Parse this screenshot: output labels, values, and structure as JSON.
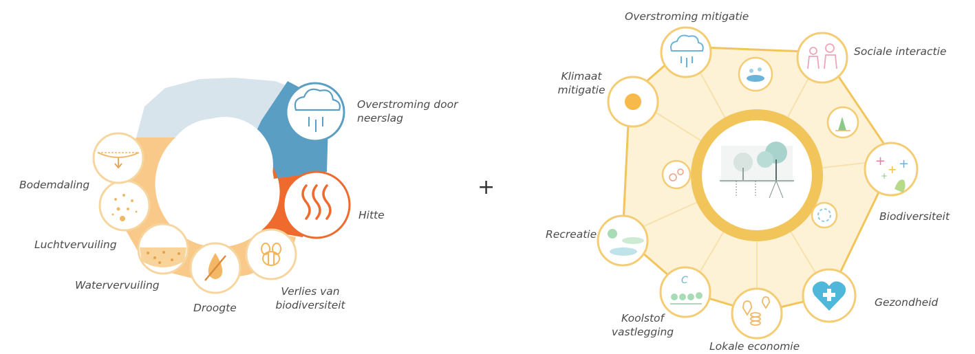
{
  "left_diagram": {
    "labels": {
      "overstroming": "Overstroming door neerslag",
      "hitte": "Hitte",
      "verlies": "Verlies van biodiversiteit",
      "droogte": "Droogte",
      "watervervuiling": "Watervervuiling",
      "luchtvervuiling": "Luchtvervuiling",
      "bodemdaling": "Bodemdaling"
    },
    "colors": {
      "flood": "#5b9ec4",
      "heat": "#ee6a2d",
      "orange_segment": "#f9c98a",
      "gray_segment": "#d6e3ea"
    }
  },
  "plus_sign": "+",
  "right_diagram": {
    "labels": {
      "overstroming_mitigatie": "Overstroming mitigatie",
      "sociale_interactie": "Sociale interactie",
      "klimaat_mitigatie": "Klimaat mitigatie",
      "biodiversiteit": "Biodiversiteit",
      "recreatie": "Recreatie",
      "gezondheid": "Gezondheid",
      "koolstof_vastlegging": "Koolstof vastlegging",
      "lokale_economie": "Lokale economie"
    },
    "colors": {
      "ring": "#f1c55a",
      "fill": "#fdf1d6",
      "health": "#4fb7d9"
    }
  }
}
